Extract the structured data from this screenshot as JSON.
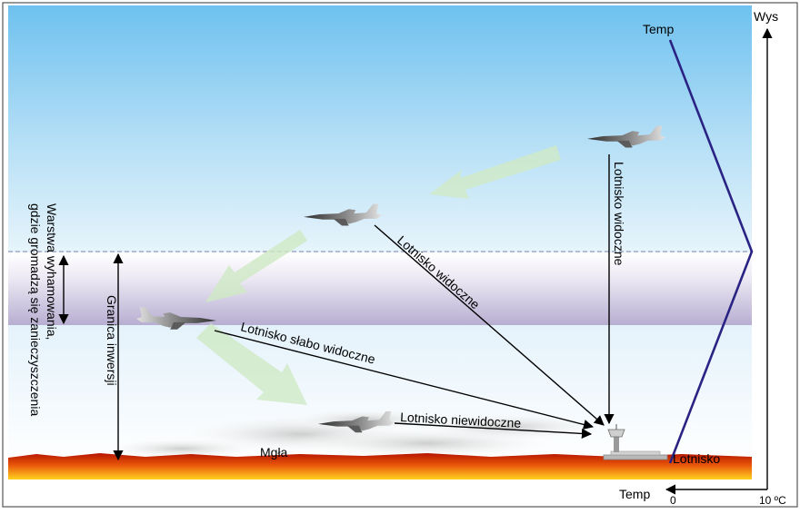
{
  "labels": {
    "temp_top": "Temp",
    "wys": "Wys",
    "temp_bottom": "Temp",
    "zero": "0",
    "ten_c": "10 ºC",
    "lotnisko": "Lotnisko",
    "mgla": "Mgła",
    "granica": "Granica inwersji",
    "warstwa_line1": "Warstwa wyhamowania,",
    "warstwa_line2": "gdzie gromadzą się zanieczyszczenia",
    "visible_vertical": "Lotnisko widoczne",
    "visible_diagonal": "Lotnisko widoczne",
    "poorly_visible": "Lotnisko słabo widoczne",
    "not_visible": "Lotnisko niewidoczne"
  },
  "icons": [
    "jet-icon",
    "control-tower-icon",
    "arrow-icon"
  ],
  "colors": {
    "sky_top": "#6ec1ef",
    "inversion_band": "#c9c1dd",
    "temperature_line": "#2a2384",
    "ground_red": "#c21800",
    "ground_yellow": "#ffd21e"
  }
}
